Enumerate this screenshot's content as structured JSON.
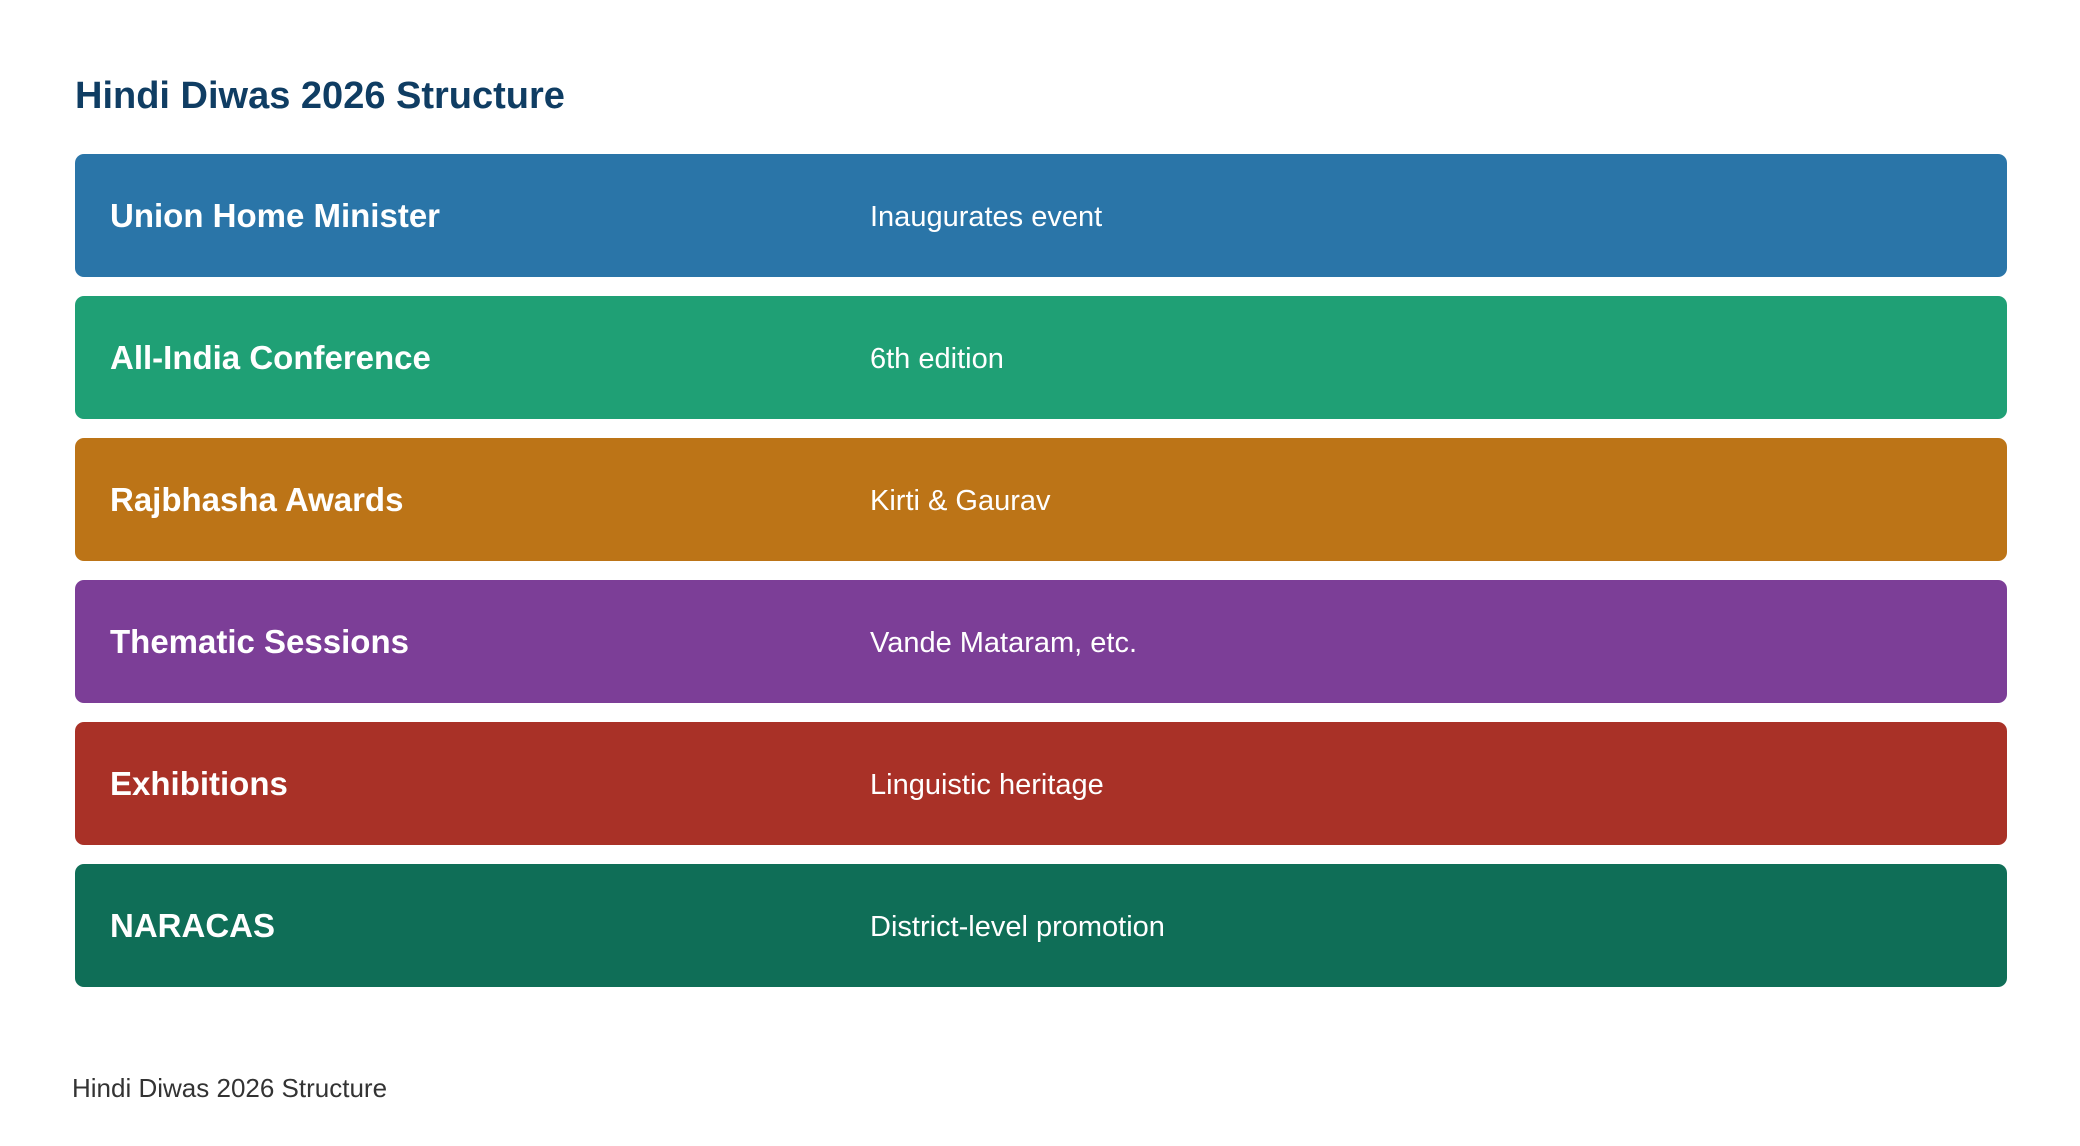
{
  "title": "Hindi Diwas 2026 Structure",
  "rows": [
    {
      "label": "Union Home Minister",
      "desc": "Inaugurates event",
      "color": "#2a75a8"
    },
    {
      "label": "All-India Conference",
      "desc": "6th edition",
      "color": "#1fa075"
    },
    {
      "label": "Rajbhasha Awards",
      "desc": "Kirti & Gaurav",
      "color": "#bc7417"
    },
    {
      "label": "Thematic Sessions",
      "desc": "Vande Mataram, etc.",
      "color": "#7c3e97"
    },
    {
      "label": "Exhibitions",
      "desc": "Linguistic heritage",
      "color": "#a93127"
    },
    {
      "label": "NARACAS",
      "desc": "District-level promotion",
      "color": "#0f6e57"
    }
  ],
  "caption": "Hindi Diwas 2026 Structure"
}
